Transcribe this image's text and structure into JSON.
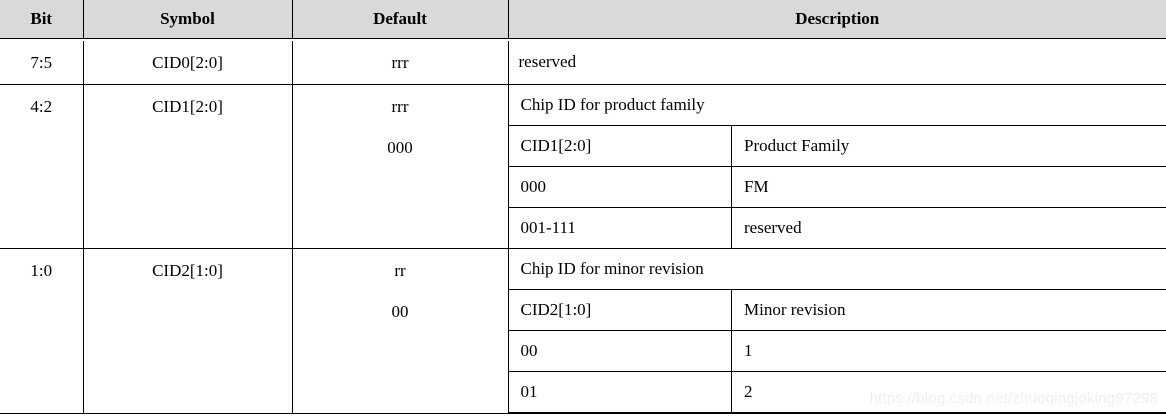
{
  "table": {
    "headers": {
      "bit": "Bit",
      "symbol": "Symbol",
      "default": "Default",
      "description": "Description"
    },
    "rows": [
      {
        "bit": "7:5",
        "symbol": "CID0[2:0]",
        "default_lines": [
          "rrr"
        ],
        "description_text": "reserved",
        "nested": null
      },
      {
        "bit": "4:2",
        "symbol": "CID1[2:0]",
        "default_lines": [
          "rrr",
          "000"
        ],
        "description_text": null,
        "nested": {
          "caption": "Chip ID for product family",
          "col_headers": [
            "CID1[2:0]",
            "Product Family"
          ],
          "rows": [
            [
              "000",
              "FM"
            ],
            [
              "001-111",
              "reserved"
            ]
          ]
        }
      },
      {
        "bit": "1:0",
        "symbol": "CID2[1:0]",
        "default_lines": [
          "rr",
          "00"
        ],
        "description_text": null,
        "nested": {
          "caption": "Chip ID for minor revision",
          "col_headers": [
            "CID2[1:0]",
            "Minor revision"
          ],
          "rows": [
            [
              "00",
              "1"
            ],
            [
              "01",
              "2"
            ]
          ]
        }
      }
    ]
  },
  "watermark": {
    "text": "https://blog.csdn.net/zhuoqingjoking97298",
    "color": "#efefef"
  },
  "colors": {
    "header_background": "#d9d9d9",
    "border": "#000000",
    "page_background": "#ffffff",
    "text": "#000000"
  }
}
